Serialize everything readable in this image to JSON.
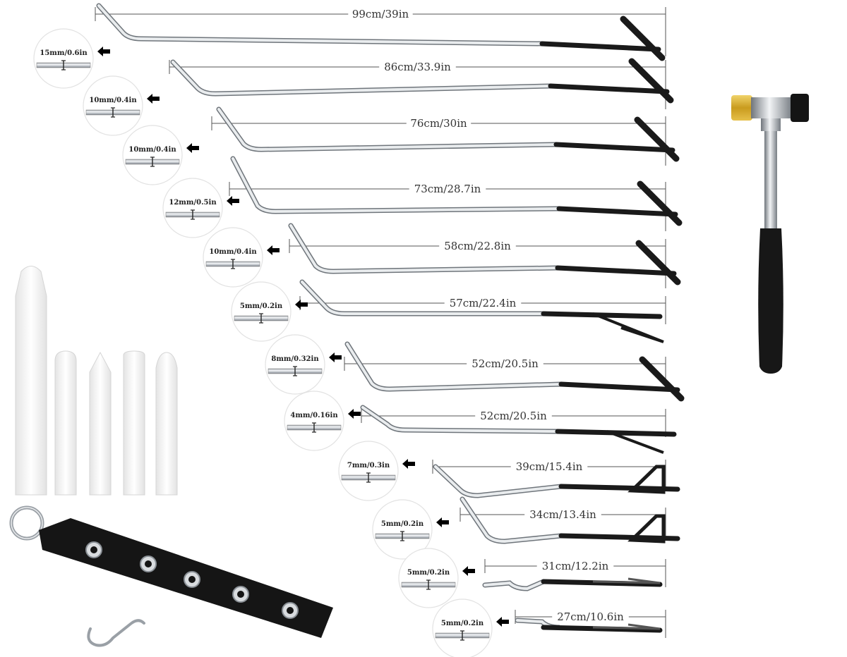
{
  "rods": [
    {
      "length": "99cm/39in",
      "tip": "15mm/0.6in",
      "handle": "T"
    },
    {
      "length": "86cm/33.9in",
      "tip": "10mm/0.4in",
      "handle": "T"
    },
    {
      "length": "76cm/30in",
      "tip": "10mm/0.4in",
      "handle": "T"
    },
    {
      "length": "73cm/28.7in",
      "tip": "12mm/0.5in",
      "handle": "T"
    },
    {
      "length": "58cm/22.8in",
      "tip": "10mm/0.4in",
      "handle": "T"
    },
    {
      "length": "57cm/22.4in",
      "tip": "5mm/0.2in",
      "handle": "loop"
    },
    {
      "length": "52cm/20.5in",
      "tip": "8mm/0.32in",
      "handle": "T"
    },
    {
      "length": "52cm/20.5in",
      "tip": "4mm/0.16in",
      "handle": "hook"
    },
    {
      "length": "39cm/15.4in",
      "tip": "7mm/0.3in",
      "handle": "triangle"
    },
    {
      "length": "34cm/13.4in",
      "tip": "5mm/0.2in",
      "handle": "triangle"
    },
    {
      "length": "31cm/12.2in",
      "tip": "5mm/0.2in",
      "handle": "flat"
    },
    {
      "length": "27cm/10.6in",
      "tip": "5mm/0.2in",
      "handle": "flat"
    }
  ],
  "colors": {
    "rod": "#c8ccd0",
    "rod_edge": "#8a9096",
    "grip": "#1a1a1a",
    "tap_down": "#f3f3f3",
    "hammer_head_brass": "#d8b23a",
    "strap": "#151515",
    "dimension_line": "#444444"
  }
}
